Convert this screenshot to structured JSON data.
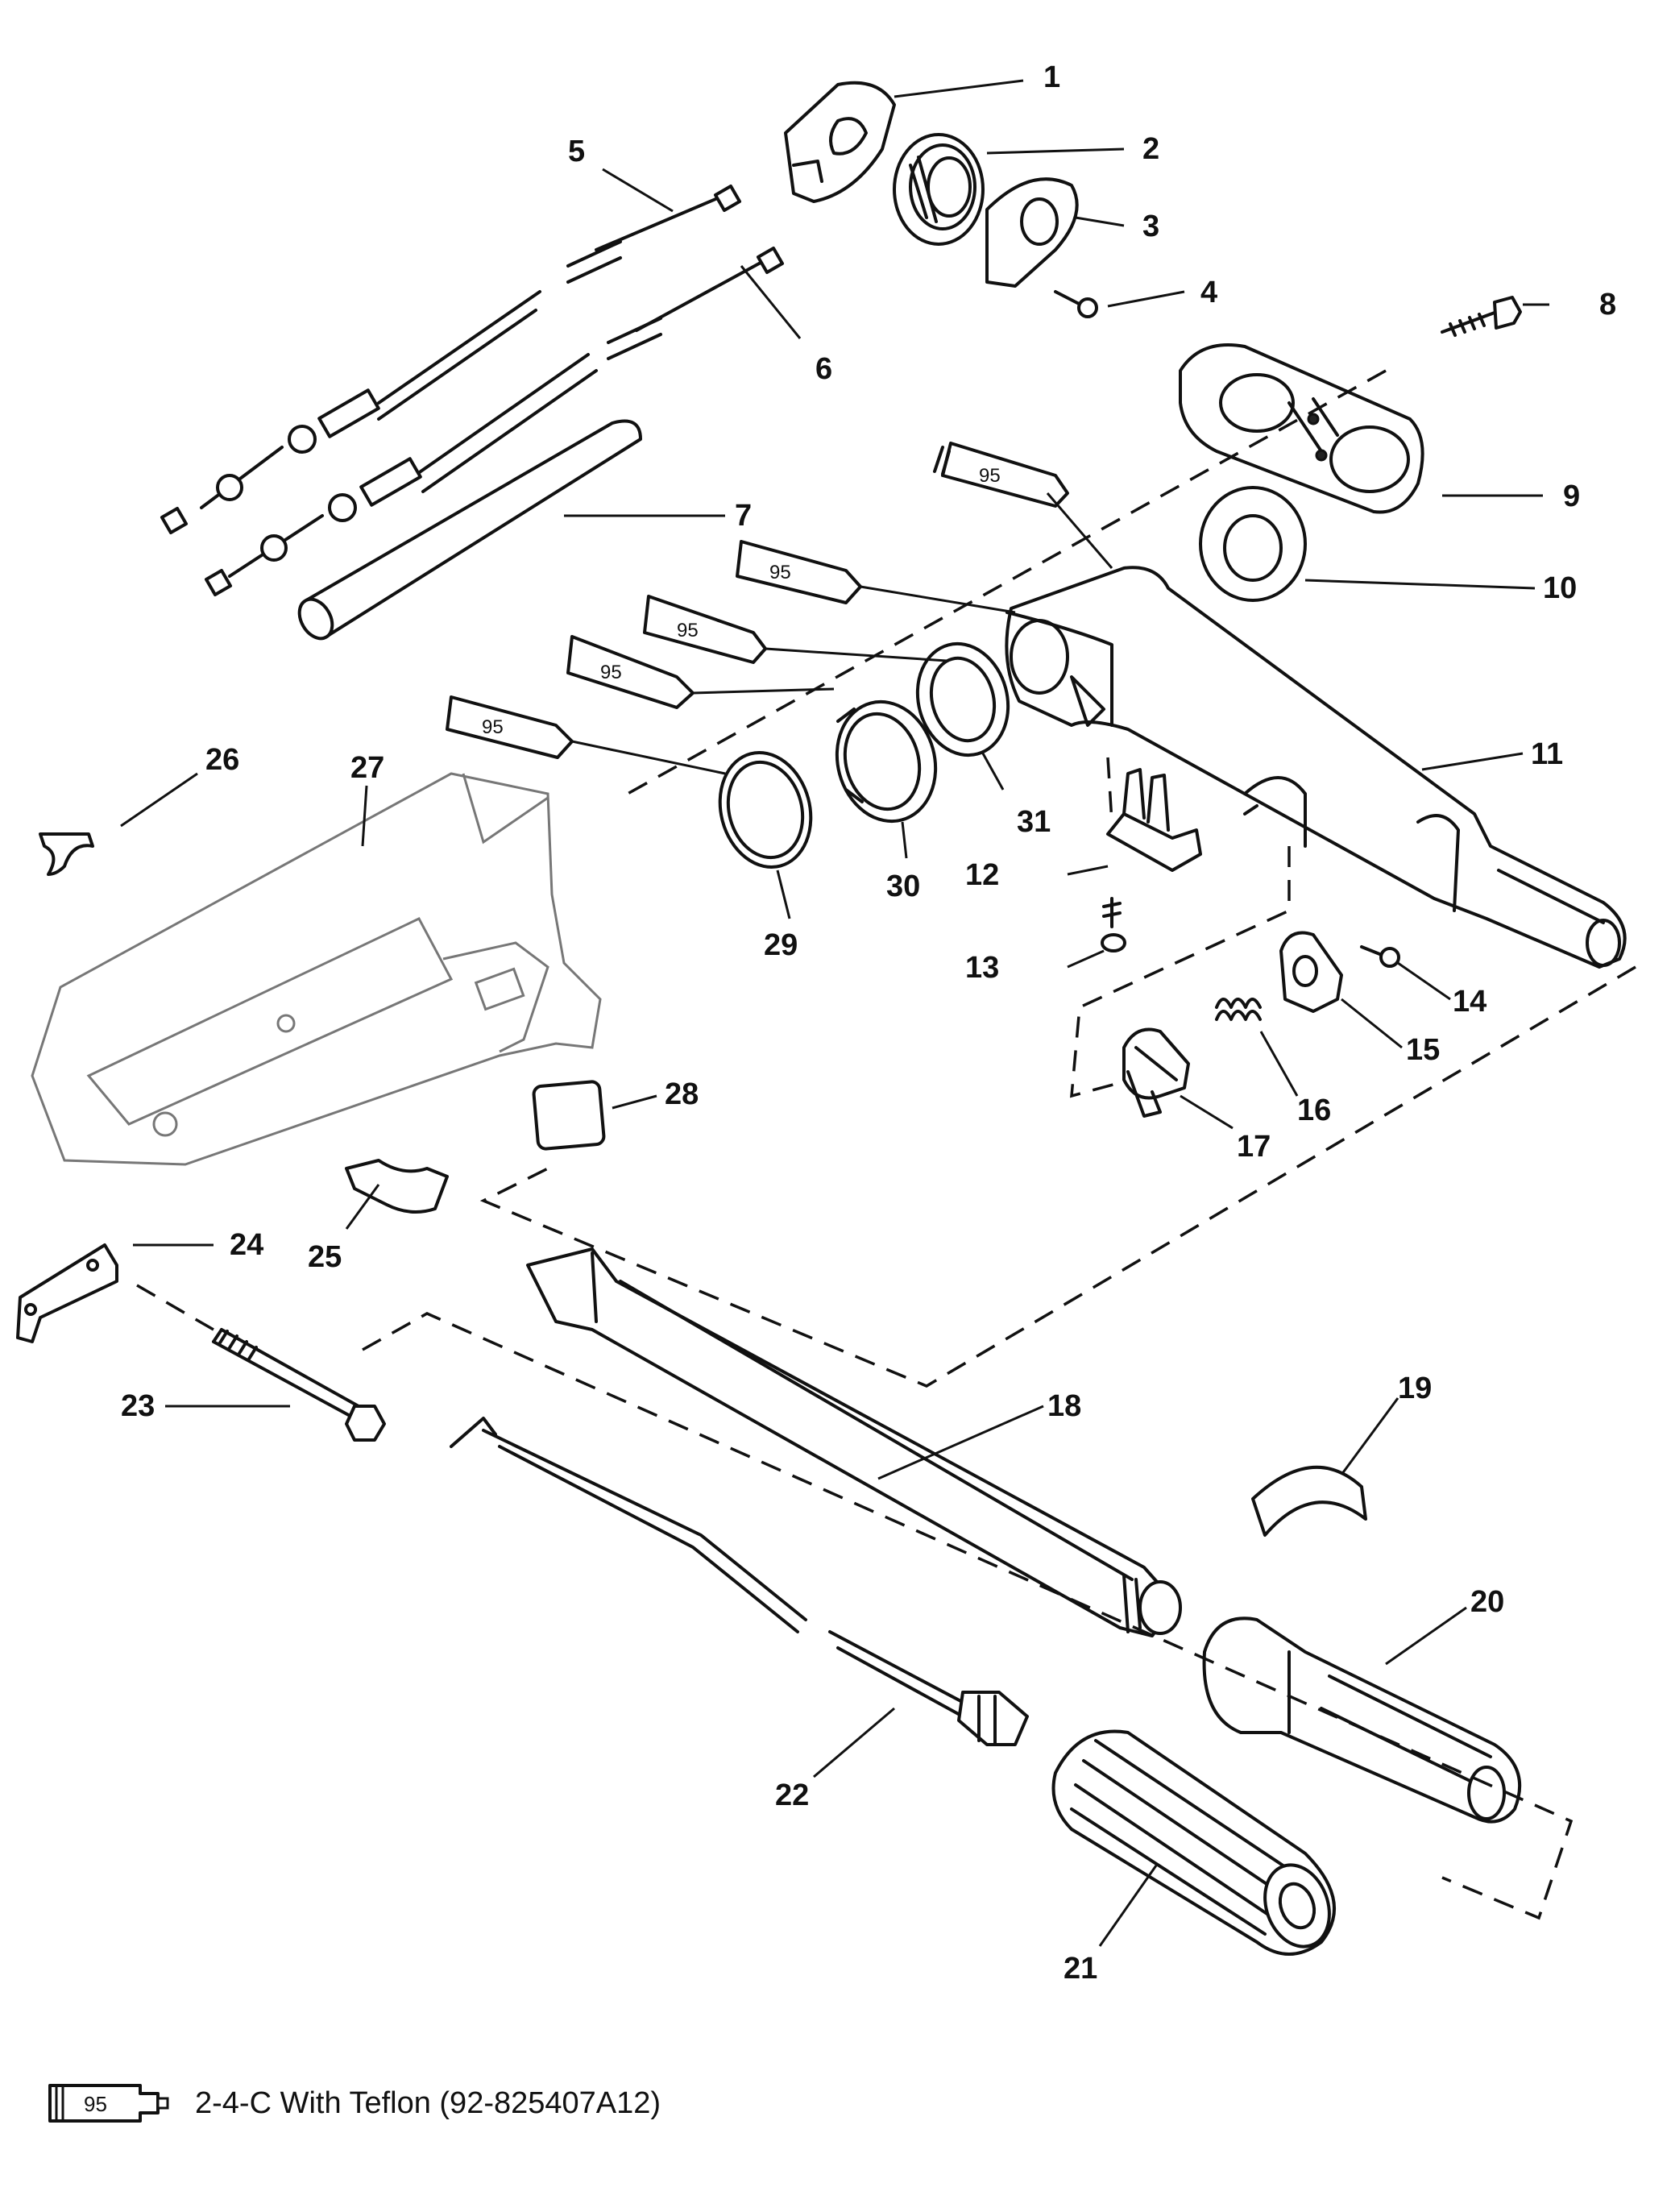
{
  "callouts": [
    {
      "label": "1"
    },
    {
      "label": "2"
    },
    {
      "label": "3"
    },
    {
      "label": "4"
    },
    {
      "label": "5"
    },
    {
      "label": "6"
    },
    {
      "label": "7"
    },
    {
      "label": "8"
    },
    {
      "label": "9"
    },
    {
      "label": "10"
    },
    {
      "label": "11"
    },
    {
      "label": "12"
    },
    {
      "label": "13"
    },
    {
      "label": "14"
    },
    {
      "label": "15"
    },
    {
      "label": "16"
    },
    {
      "label": "17"
    },
    {
      "label": "18"
    },
    {
      "label": "19"
    },
    {
      "label": "20"
    },
    {
      "label": "21"
    },
    {
      "label": "22"
    },
    {
      "label": "23"
    },
    {
      "label": "24"
    },
    {
      "label": "25"
    },
    {
      "label": "26"
    },
    {
      "label": "27"
    },
    {
      "label": "28"
    },
    {
      "label": "29"
    },
    {
      "label": "30"
    },
    {
      "label": "31"
    }
  ],
  "tube_label": "95",
  "legend": {
    "tube_label": "95",
    "text": "2-4-C  With Teflon (92-825407A12)"
  }
}
